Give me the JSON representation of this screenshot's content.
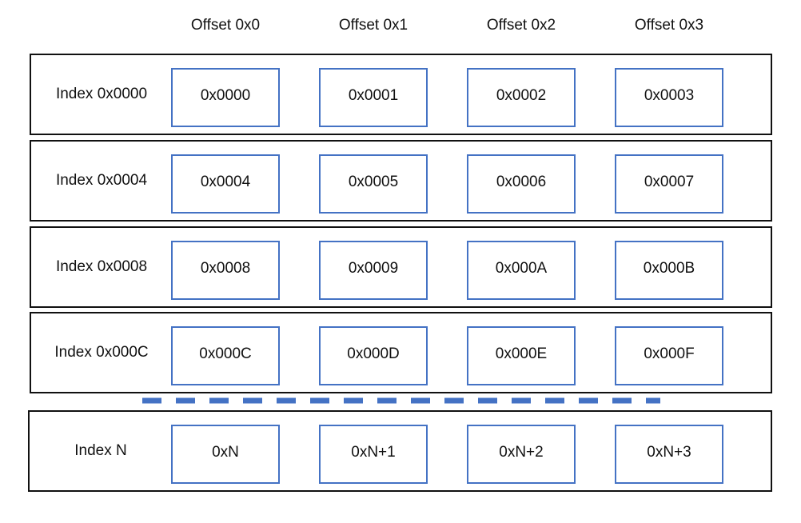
{
  "headers": [
    "Offset 0x0",
    "Offset 0x1",
    "Offset 0x2",
    "Offset 0x3"
  ],
  "rows": [
    {
      "label": "Index 0x0000",
      "cells": [
        "0x0000",
        "0x0001",
        "0x0002",
        "0x0003"
      ]
    },
    {
      "label": "Index 0x0004",
      "cells": [
        "0x0004",
        "0x0005",
        "0x0006",
        "0x0007"
      ]
    },
    {
      "label": "Index 0x0008",
      "cells": [
        "0x0008",
        "0x0009",
        "0x000A",
        "0x000B"
      ]
    },
    {
      "label": "Index 0x000C",
      "cells": [
        "0x000C",
        "0x000D",
        "0x000E",
        "0x000F"
      ]
    },
    {
      "label": "Index N",
      "cells": [
        "0xN",
        "0xN+1",
        "0xN+2",
        "0xN+3"
      ]
    }
  ],
  "colors": {
    "cell_border": "#4472c4",
    "row_border": "#111111",
    "ellipsis_dash": "#4472c4"
  }
}
